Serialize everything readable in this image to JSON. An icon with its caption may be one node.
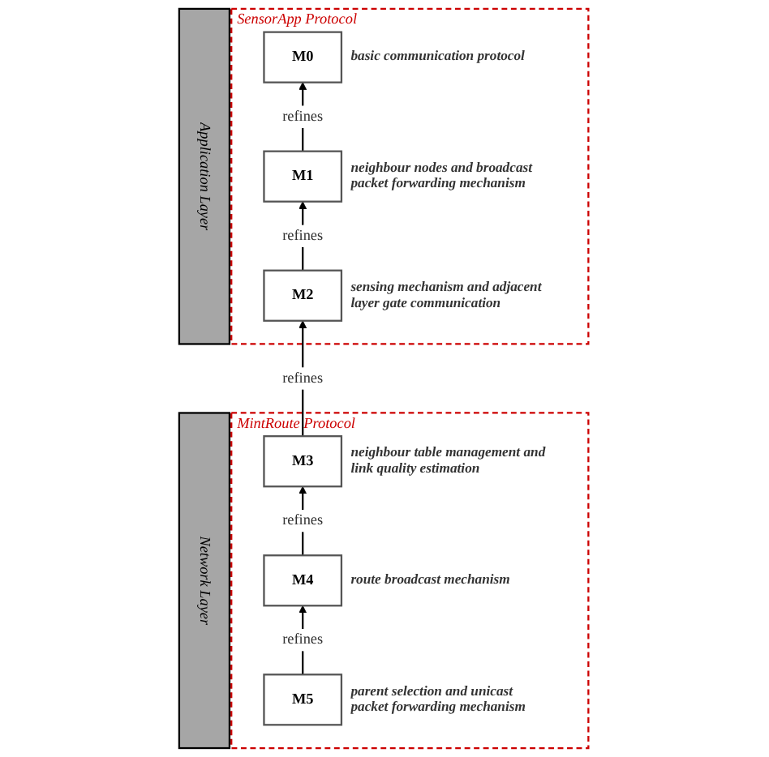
{
  "diagram": {
    "nodes": [
      {
        "text": [
          "Application Layer"
        ]
      },
      {
        "text": [
          "SensorApp Protocol"
        ]
      },
      {
        "text": [
          "M0"
        ],
        "in": 1,
        "beside": [
          "basic communication protocol"
        ]
      },
      {
        "text": [
          "M1"
        ],
        "in": 1,
        "beside": [
          "neighbour nodes and broadcast packet forwarding mechanism"
        ]
      },
      {
        "text": [
          "M2"
        ],
        "in": 1,
        "beside": [
          "sensing mechanism and adjacent layer gate communication"
        ]
      },
      {
        "text": [
          "Network Layer"
        ]
      },
      {
        "text": [
          "MintRoute Protocol"
        ]
      },
      {
        "text": [
          "M3"
        ],
        "in": 6,
        "beside": [
          "neighbour table management and link quality estimation"
        ]
      },
      {
        "text": [
          "M4"
        ],
        "in": 6,
        "beside": [
          "route broadcast mechanism"
        ]
      },
      {
        "text": [
          "M5"
        ],
        "in": 6,
        "beside": [
          "parent selection and unicast packet forwarding mechanism"
        ]
      }
    ],
    "edges": [
      {
        "from": 3,
        "to": 2,
        "arrow": "to",
        "label": "refines"
      },
      {
        "from": 4,
        "to": 3,
        "arrow": "to",
        "label": "refines"
      },
      {
        "from": 7,
        "to": 4,
        "arrow": "to",
        "label": "refines"
      },
      {
        "from": 8,
        "to": 7,
        "arrow": "to",
        "label": "refines"
      },
      {
        "from": 9,
        "to": 8,
        "arrow": "to",
        "label": "refines"
      }
    ]
  }
}
